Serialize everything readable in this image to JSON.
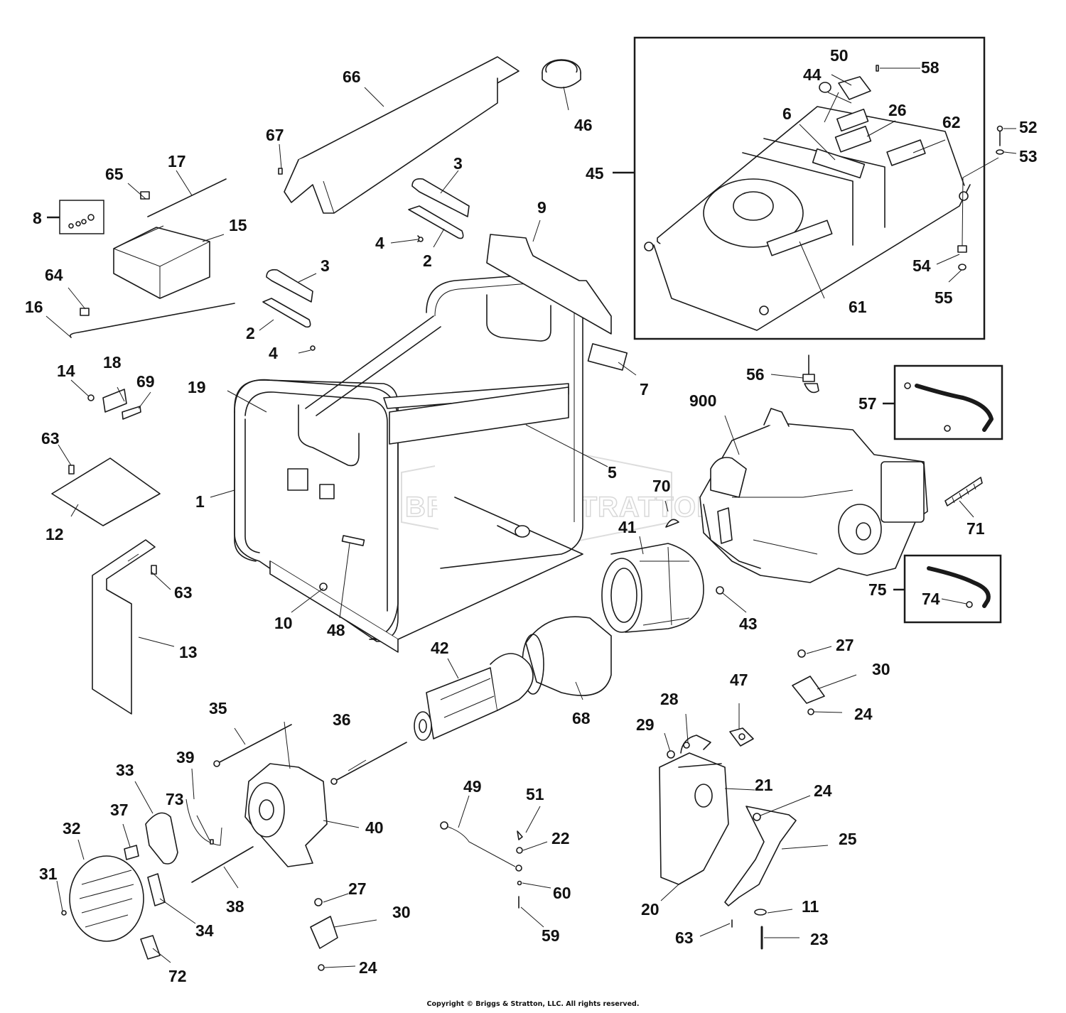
{
  "diagram": {
    "title": "Generator Exploded Parts Diagram",
    "watermark": "BRIGGS & STRATTON",
    "copyright": "Copyright © Briggs & Stratton, LLC. All rights reserved.",
    "callouts": {
      "c1": "1",
      "c2a": "2",
      "c2b": "2",
      "c3a": "3",
      "c3b": "3",
      "c4a": "4",
      "c4b": "4",
      "c5": "5",
      "c6": "6",
      "c7": "7",
      "c8": "8",
      "c9": "9",
      "c10": "10",
      "c11": "11",
      "c12": "12",
      "c13": "13",
      "c14": "14",
      "c15": "15",
      "c16": "16",
      "c17": "17",
      "c18": "18",
      "c19": "19",
      "c20": "20",
      "c21": "21",
      "c22": "22",
      "c23": "23",
      "c24a": "24",
      "c24b": "24",
      "c24c": "24",
      "c25": "25",
      "c26": "26",
      "c27a": "27",
      "c27b": "27",
      "c28": "28",
      "c29": "29",
      "c30a": "30",
      "c30b": "30",
      "c31": "31",
      "c32": "32",
      "c33": "33",
      "c34": "34",
      "c35": "35",
      "c36": "36",
      "c37": "37",
      "c38": "38",
      "c39": "39",
      "c40": "40",
      "c41": "41",
      "c42": "42",
      "c43": "43",
      "c44": "44",
      "c45": "45",
      "c46": "46",
      "c47": "47",
      "c48": "48",
      "c49": "49",
      "c50": "50",
      "c51": "51",
      "c52": "52",
      "c53": "53",
      "c54": "54",
      "c55": "55",
      "c56": "56",
      "c57": "57",
      "c58": "58",
      "c59": "59",
      "c60": "60",
      "c61": "61",
      "c62": "62",
      "c63a": "63",
      "c63b": "63",
      "c63c": "63",
      "c64": "64",
      "c65": "65",
      "c66": "66",
      "c67": "67",
      "c68": "68",
      "c69": "69",
      "c70": "70",
      "c71": "71",
      "c72": "72",
      "c73": "73",
      "c74": "74",
      "c75": "75",
      "c900": "900"
    }
  }
}
